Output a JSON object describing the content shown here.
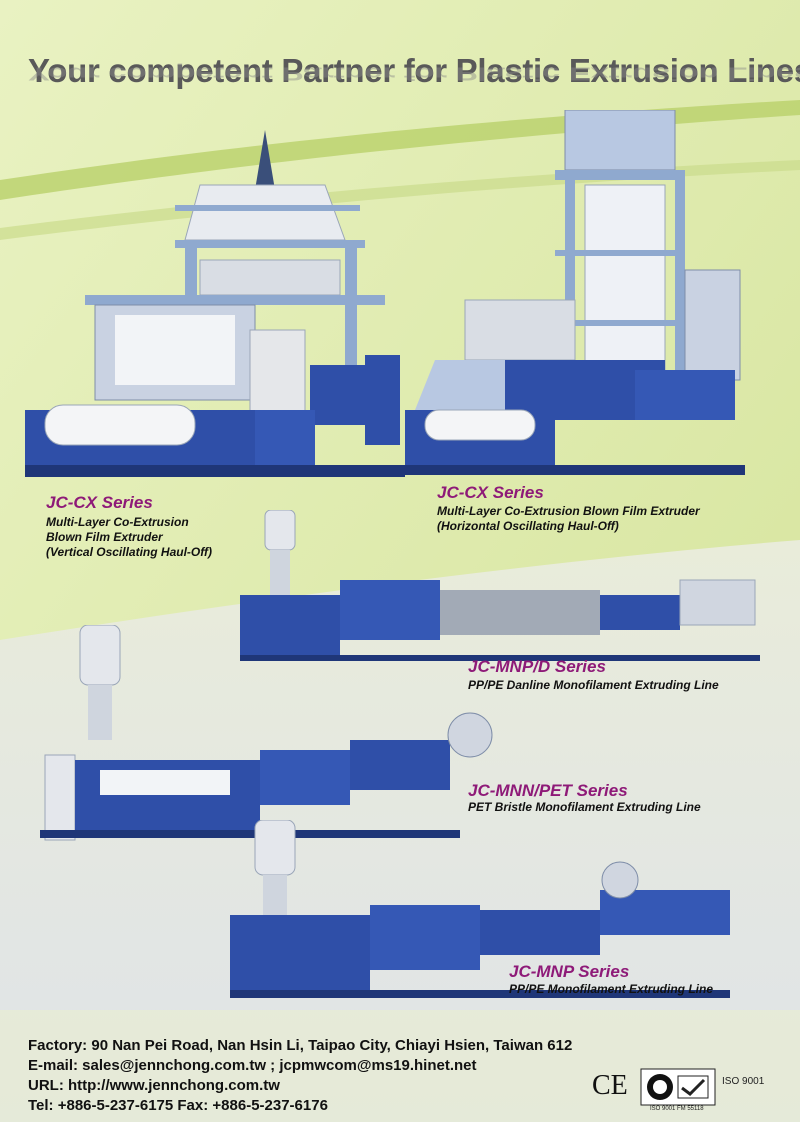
{
  "headline": "Your competent Partner for Plastic Extrusion Lines",
  "products": [
    {
      "series": "JC-CX Series",
      "lines": [
        "Multi-Layer Co-Extrusion",
        "Blown Film Extruder",
        "(Vertical Oscillating Haul-Off)"
      ]
    },
    {
      "series": "JC-CX Series",
      "lines": [
        "Multi-Layer Co-Extrusion Blown Film Extruder",
        "(Horizontal Oscillating Haul-Off)"
      ]
    },
    {
      "series": "JC-MNP/D Series",
      "lines": [
        "PP/PE Danline Monofilament Extruding Line"
      ]
    },
    {
      "series": "JC-MNN/PET Series",
      "lines": [
        "PET Bristle Monofilament Extruding Line"
      ]
    },
    {
      "series": "JC-MNP Series",
      "lines": [
        "PP/PE Monofilament Extruding Line"
      ]
    }
  ],
  "contact": {
    "factory": "Factory: 90 Nan Pei Road, Nan Hsin Li, Taipao City, Chiayi Hsien, Taiwan 612",
    "email": "E-mail: sales@jennchong.com.tw   ;   jcpmwcom@ms19.hinet.net",
    "url": "URL: http://www.jennchong.com.tw",
    "tel": "Tel: +886-5-237-6175   Fax: +886-5-237-6176"
  },
  "certifications": {
    "ce": "CE",
    "iso": "ISO 9001",
    "iso_cert": "ISO 9001 FM 55118"
  },
  "colors": {
    "series_text": "#8e1a78",
    "machine_blue": "#2f4fa8",
    "machine_grey": "#d9dde4",
    "frame_steel": "#8fa9cf"
  }
}
